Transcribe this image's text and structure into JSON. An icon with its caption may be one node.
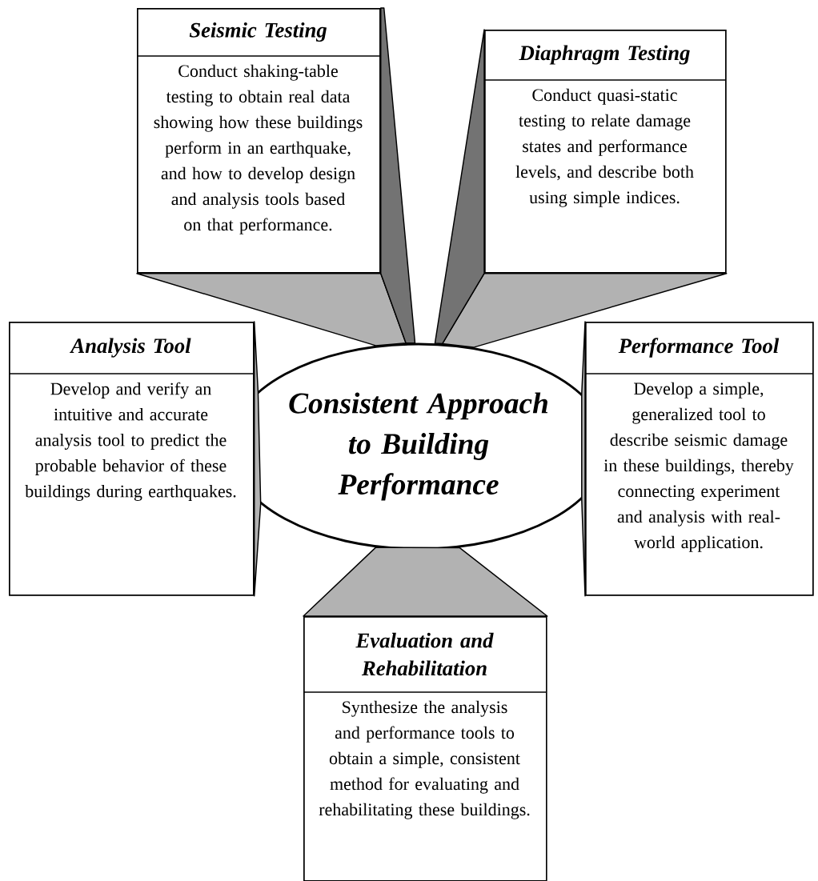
{
  "diagram": {
    "nodes": [
      {
        "text": [
          "Consistent Approach to Building Performance"
        ]
      },
      {
        "text": [
          "Seismic Testing",
          "Conduct shaking-table testing to obtain real data showing how these buildings perform in an earthquake, and how to develop design and analysis tools based on that performance."
        ]
      },
      {
        "text": [
          "Diaphragm Testing",
          "Conduct quasi-static testing to relate damage states and performance levels, and describe both using simple indices."
        ]
      },
      {
        "text": [
          "Analysis Tool",
          "Develop and verify an intuitive and accurate analysis tool to predict the probable behavior of these buildings during earthquakes."
        ]
      },
      {
        "text": [
          "Performance Tool",
          "Develop a simple, generalized tool to describe seismic damage in these buildings, thereby connecting experiment and analysis with real-world application."
        ]
      },
      {
        "text": [
          "Evaluation and Rehabilitation",
          "Synthesize the analysis and performance tools to obtain a simple, consistent method for evaluating and rehabilitating these buildings."
        ]
      }
    ],
    "edges": [
      {
        "from": 1,
        "to": 0,
        "arrow": "none"
      },
      {
        "from": 2,
        "to": 0,
        "arrow": "none"
      },
      {
        "from": 3,
        "to": 0,
        "arrow": "none"
      },
      {
        "from": 4,
        "to": 0,
        "arrow": "none"
      },
      {
        "from": 5,
        "to": 0,
        "arrow": "none"
      }
    ]
  }
}
